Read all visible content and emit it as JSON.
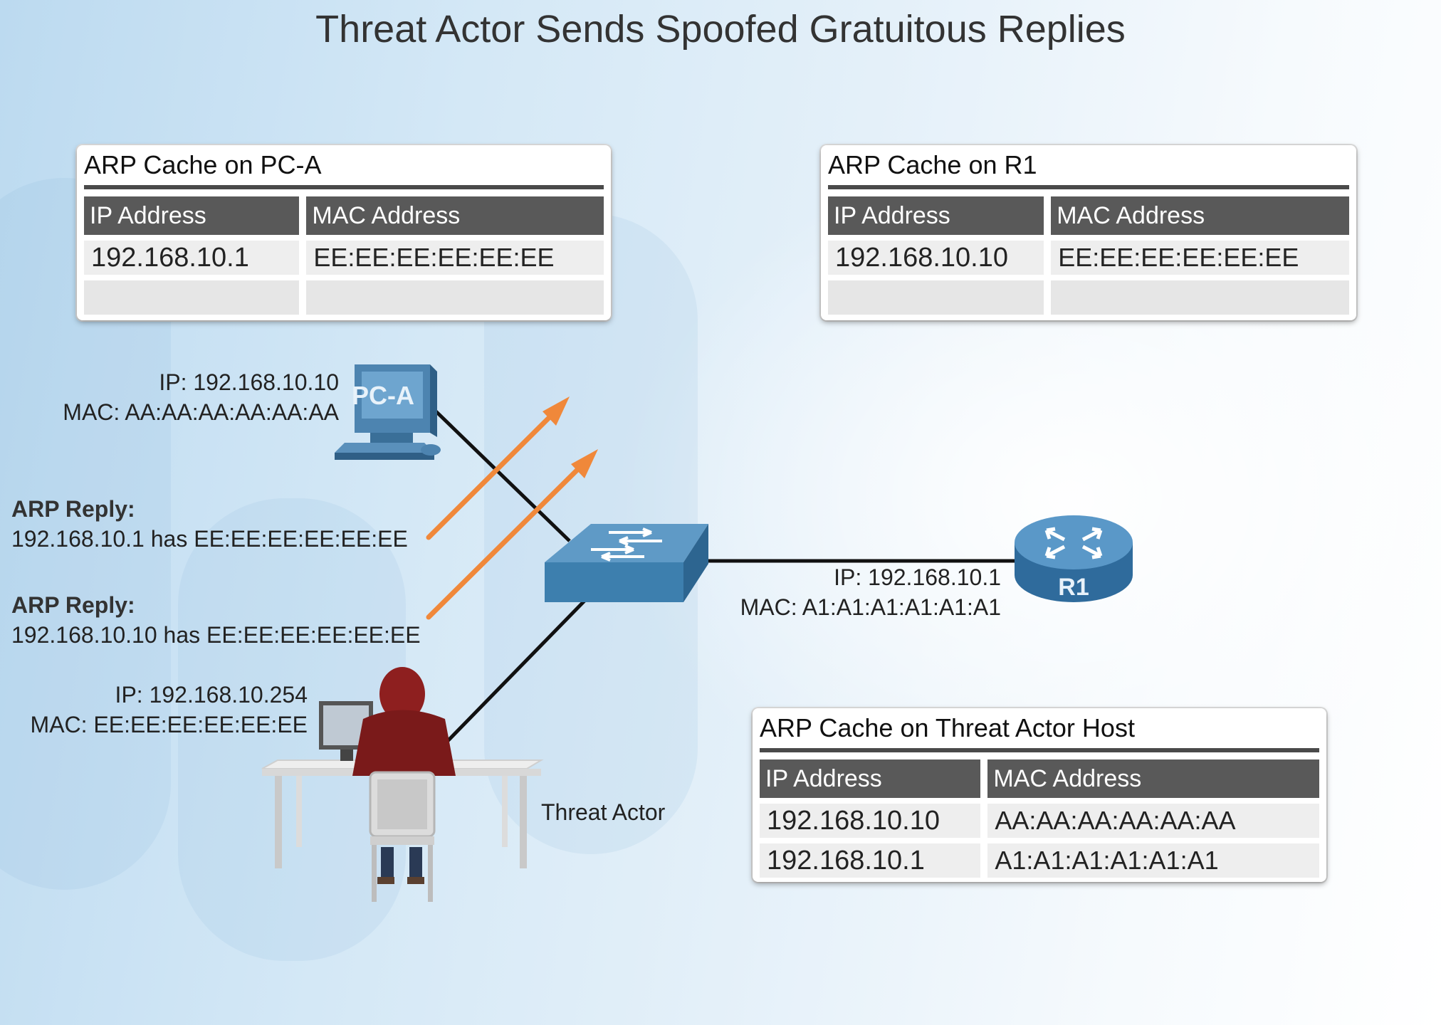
{
  "title": "Threat Actor Sends Spoofed Gratuitous Replies",
  "caches": {
    "pca": {
      "title": "ARP Cache on PC-A",
      "col_ip": "IP Address",
      "col_mac": "MAC Address",
      "rows": [
        {
          "ip": "192.168.10.1",
          "mac": "EE:EE:EE:EE:EE:EE"
        },
        {
          "ip": "",
          "mac": ""
        }
      ]
    },
    "r1": {
      "title": "ARP Cache on R1",
      "col_ip": "IP Address",
      "col_mac": "MAC Address",
      "rows": [
        {
          "ip": "192.168.10.10",
          "mac": "EE:EE:EE:EE:EE:EE"
        },
        {
          "ip": "",
          "mac": ""
        }
      ]
    },
    "threat": {
      "title": "ARP Cache on Threat Actor Host",
      "col_ip": "IP Address",
      "col_mac": "MAC Address",
      "rows": [
        {
          "ip": "192.168.10.10",
          "mac": "AA:AA:AA:AA:AA:AA"
        },
        {
          "ip": "192.168.10.1",
          "mac": "A1:A1:A1:A1:A1:A1"
        }
      ]
    }
  },
  "devices": {
    "pca": {
      "label": "PC-A",
      "ip": "IP: 192.168.10.10",
      "mac": "MAC: AA:AA:AA:AA:AA:AA"
    },
    "r1": {
      "label": "R1",
      "ip": "IP: 192.168.10.1",
      "mac": "MAC: A1:A1:A1:A1:A1:A1"
    },
    "threat": {
      "label": "Threat Actor",
      "ip": "IP: 192.168.10.254",
      "mac": "MAC: EE:EE:EE:EE:EE:EE"
    }
  },
  "replies": [
    {
      "heading": "ARP Reply:",
      "text": "192.168.10.1 has EE:EE:EE:EE:EE:EE"
    },
    {
      "heading": "ARP Reply:",
      "text": "192.168.10.10 has EE:EE:EE:EE:EE:EE"
    }
  ],
  "colors": {
    "arrow": "#f0883a",
    "switch": "#3d7fae",
    "router": "#3a7db3",
    "cable": "#111111"
  }
}
